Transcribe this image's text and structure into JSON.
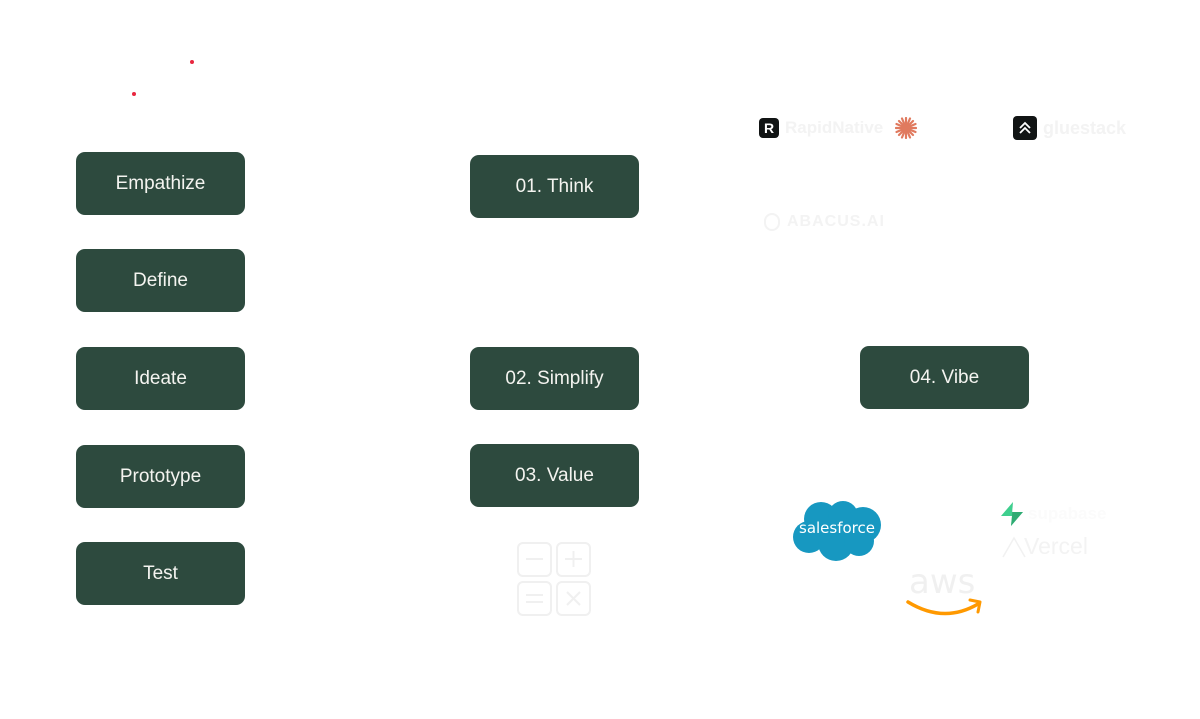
{
  "design_thinking": {
    "stages": [
      {
        "label": "Empathize"
      },
      {
        "label": "Define"
      },
      {
        "label": "Ideate"
      },
      {
        "label": "Prototype"
      },
      {
        "label": "Test"
      }
    ]
  },
  "process": {
    "steps": [
      {
        "label": "01. Think"
      },
      {
        "label": "02. Simplify"
      },
      {
        "label": "03. Value"
      },
      {
        "label": "04. Vibe"
      }
    ]
  },
  "logos": {
    "top": [
      {
        "name": "RapidNative",
        "icon": "rapidnative-r-icon",
        "icon_glyph": "R"
      },
      {
        "name": "",
        "icon": "claude-asterisk-icon",
        "color": "#e07a5f"
      },
      {
        "name": "gluestack",
        "icon": "gluestack-chevrons-icon",
        "icon_glyph": "⌃"
      },
      {
        "name": "ABACUS.AI",
        "icon": "abacus-brain-icon"
      }
    ],
    "bottom": [
      {
        "name": "salesforce",
        "color": "#1798c1"
      },
      {
        "name": "supabase",
        "color": "#3ecf8e"
      },
      {
        "name": "Vercel"
      },
      {
        "name": "aws",
        "color": "#ff9900"
      }
    ]
  },
  "colors": {
    "box_fill": "#2d4a3e",
    "box_text": "#f4f4f0",
    "accent_dot": "#e8263f"
  }
}
